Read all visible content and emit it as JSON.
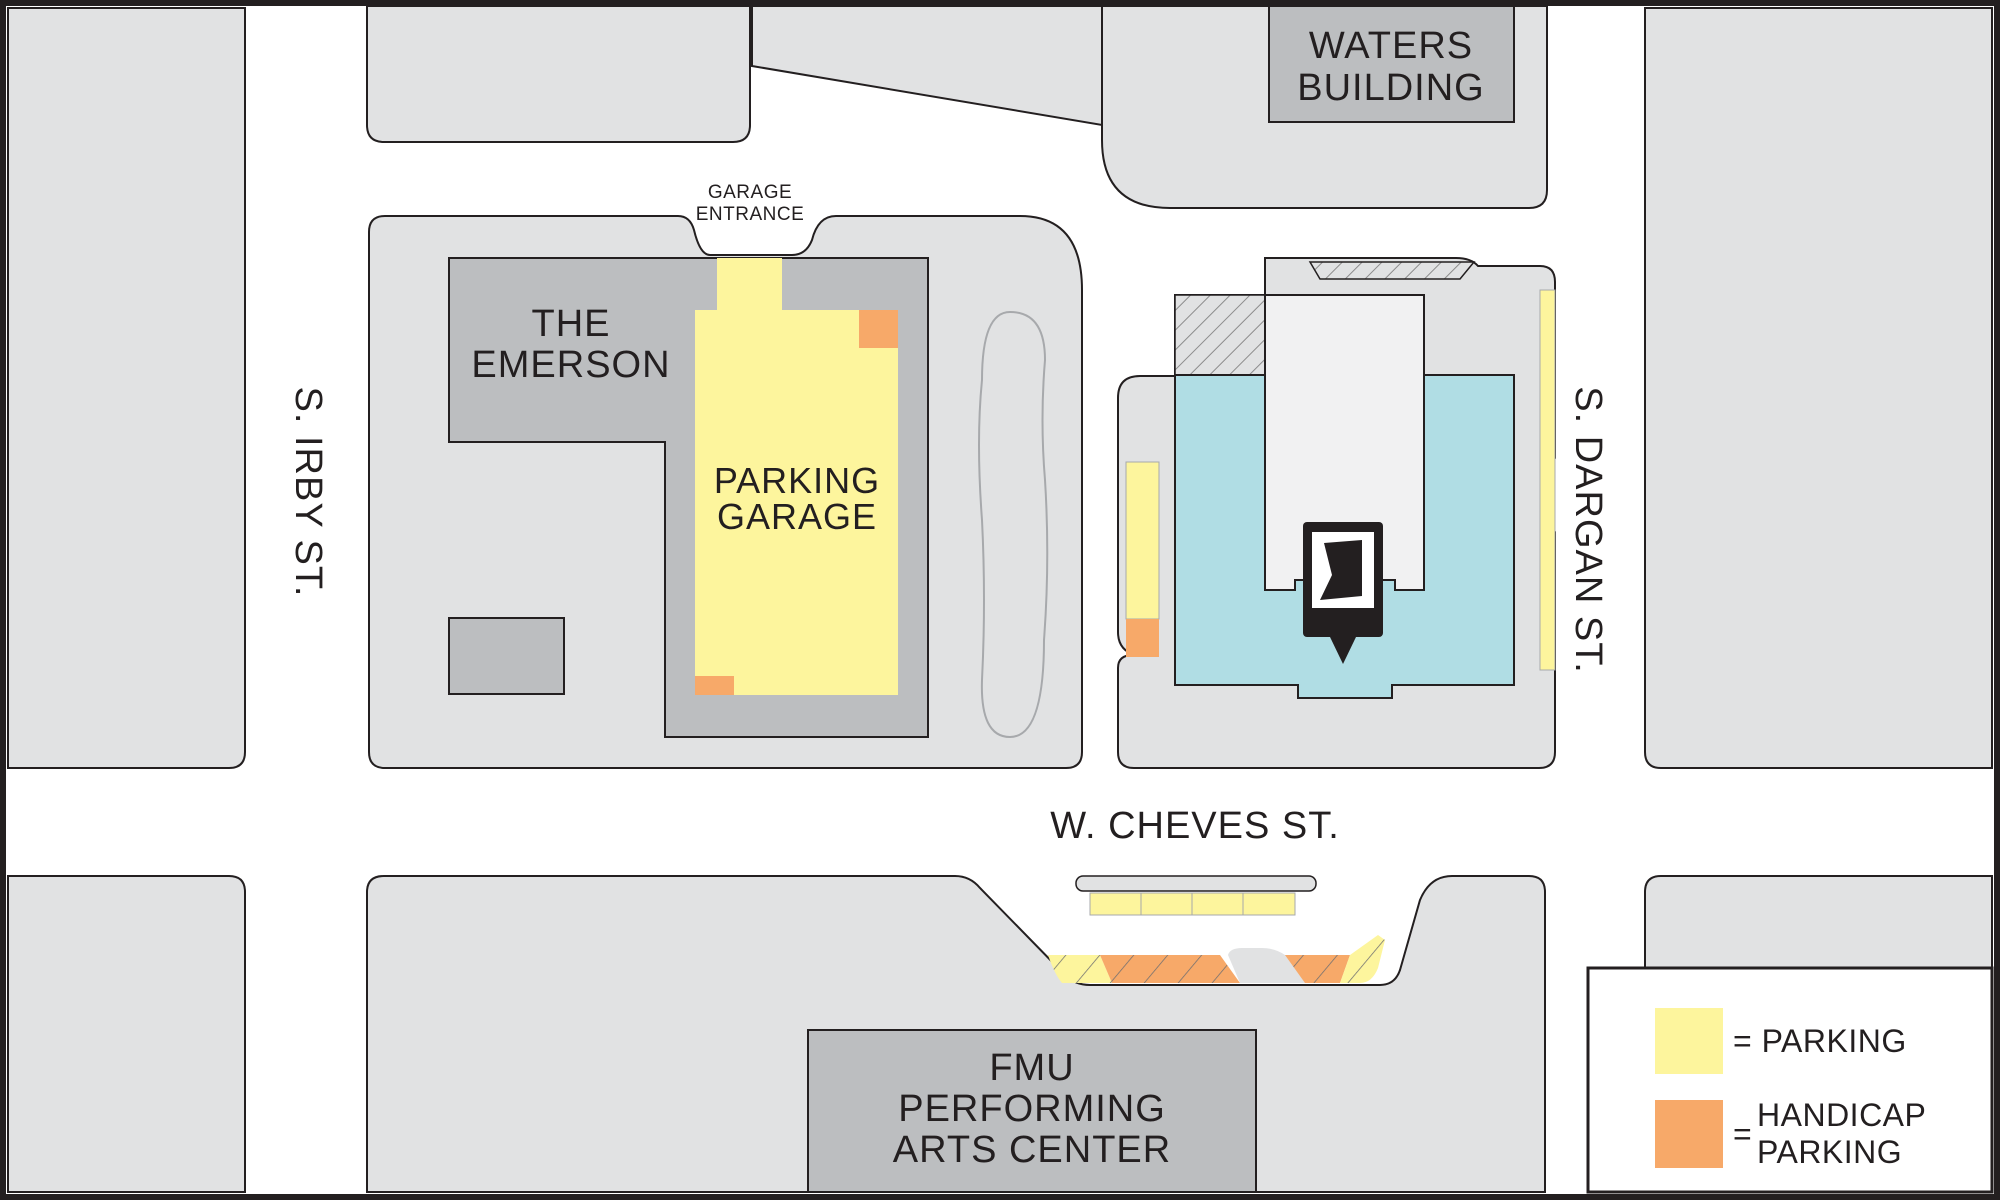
{
  "map": {
    "streets": {
      "irby": "S. IRBY ST.",
      "dargan": "S. DARGAN ST.",
      "cheves": "W. CHEVES ST."
    },
    "buildings": {
      "waters": [
        "WATERS",
        "BUILDING"
      ],
      "emerson": [
        "THE",
        "EMERSON"
      ],
      "garage": [
        "PARKING",
        "GARAGE"
      ],
      "arts_center": [
        "FMU",
        "PERFORMING",
        "ARTS CENTER"
      ]
    },
    "garage_entrance": [
      "GARAGE",
      "ENTRANCE"
    ],
    "marker_icon": "location-pin-icon",
    "colors": {
      "parking": "#fdf59d",
      "handicap": "#f7a969",
      "destination": "#b0dde4",
      "building_dark": "#bcbec0",
      "block": "#e1e2e3",
      "street": "#ffffff"
    }
  },
  "legend": {
    "parking_label": "= PARKING",
    "handicap_label": [
      "HANDICAP",
      "PARKING"
    ],
    "handicap_eq": "="
  }
}
